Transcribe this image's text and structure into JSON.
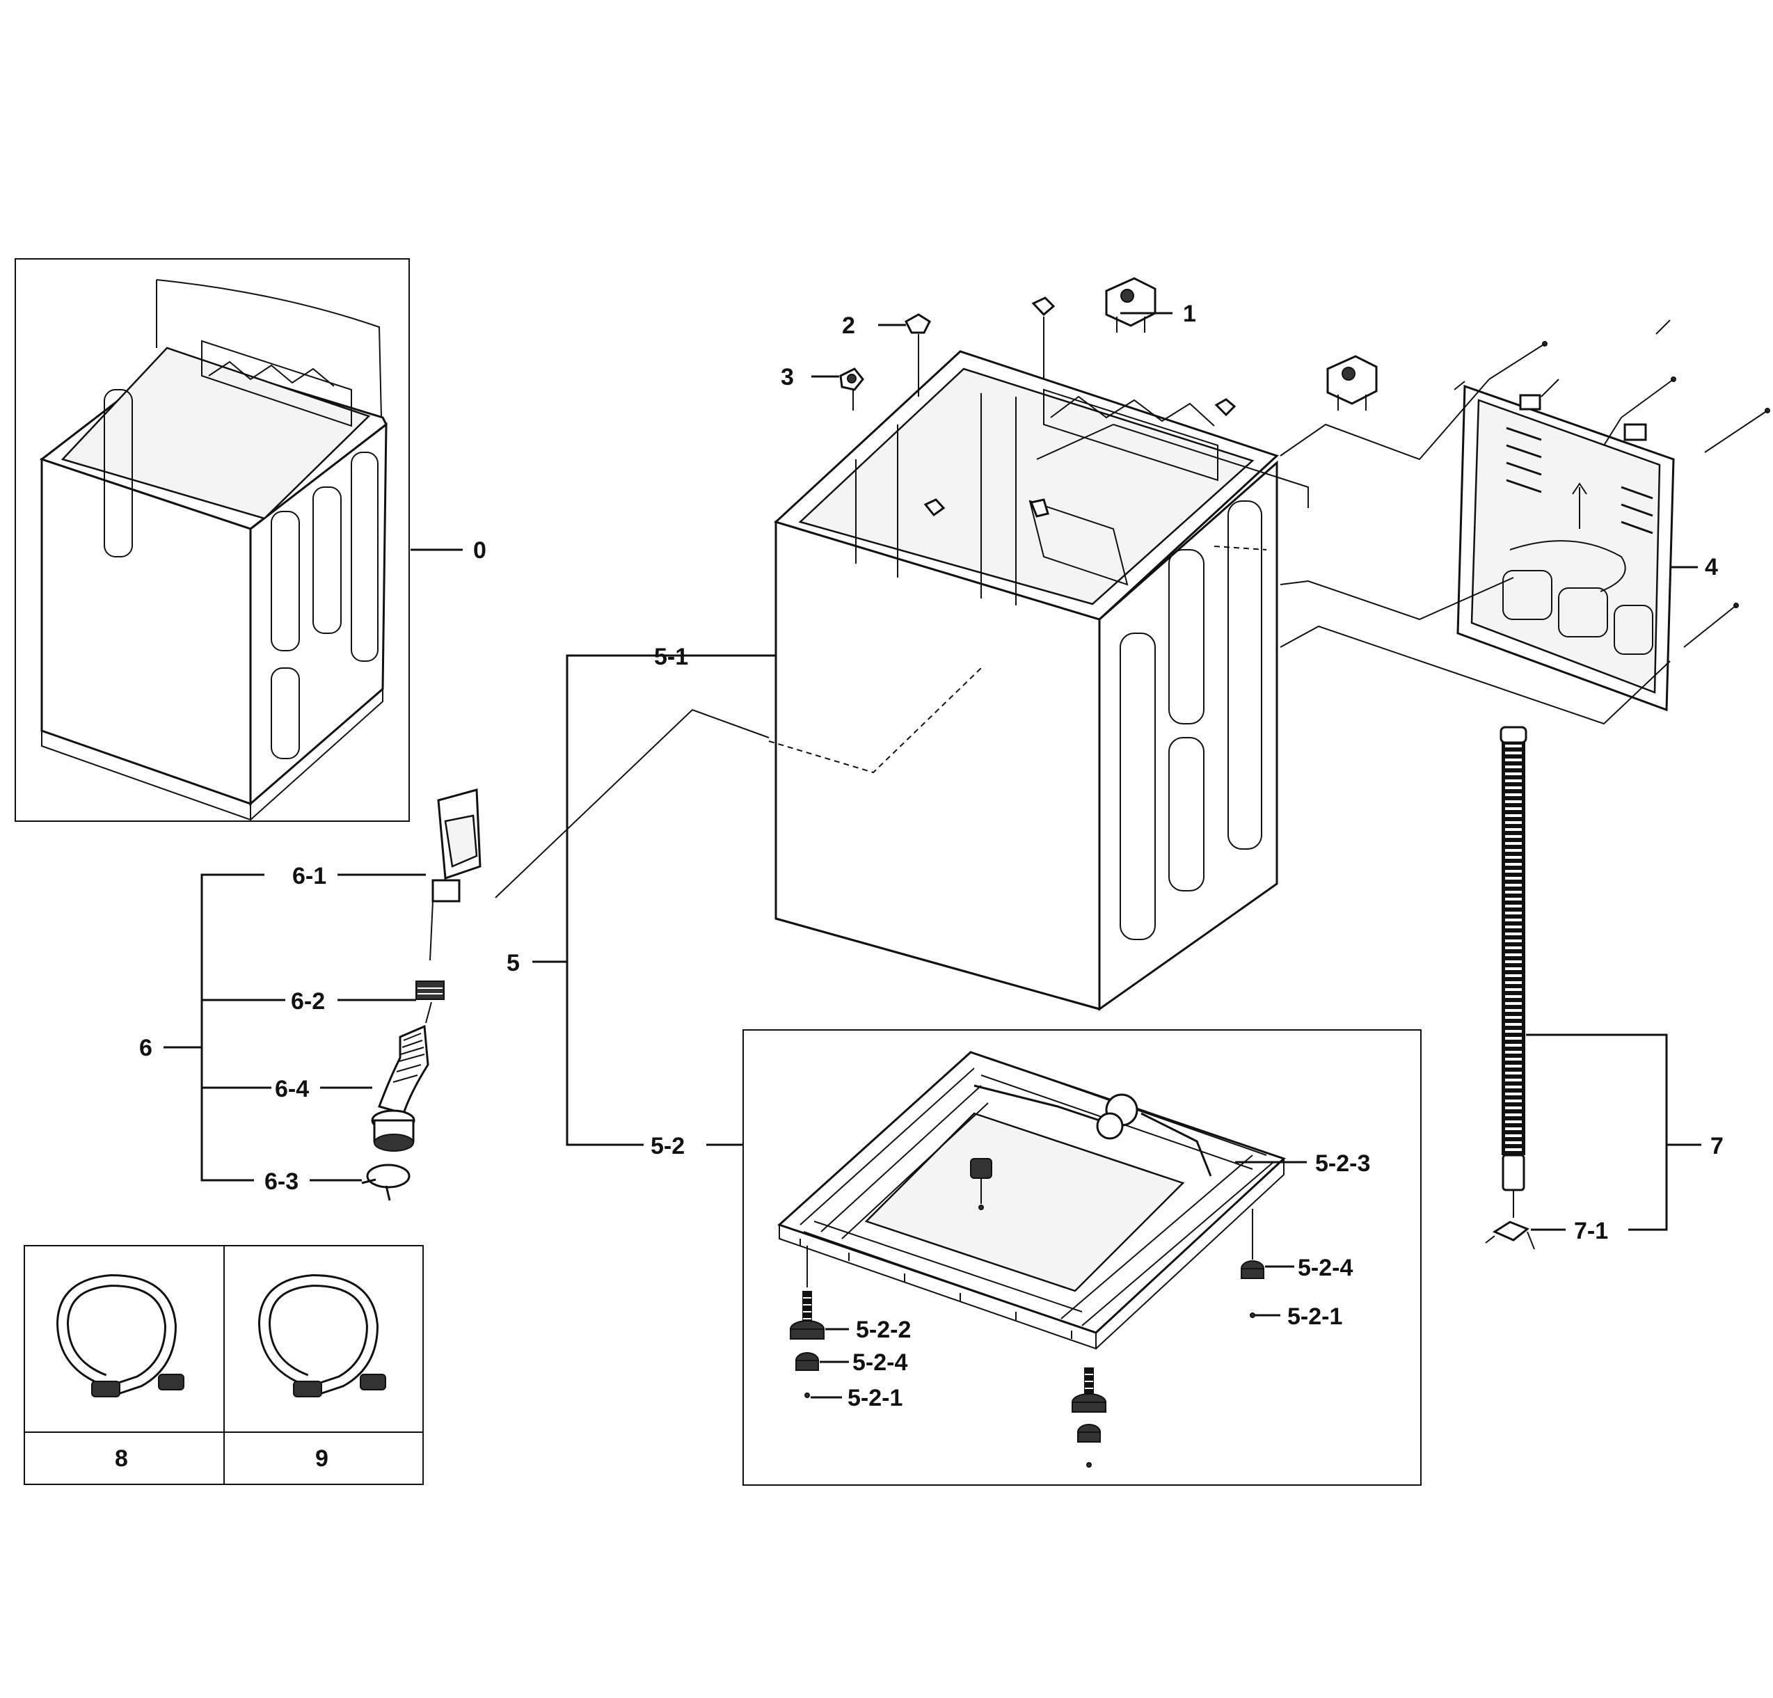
{
  "labels": {
    "l0": "0",
    "l1": "1",
    "l2": "2",
    "l3": "3",
    "l4": "4",
    "l5": "5",
    "l5_1": "5-1",
    "l5_2": "5-2",
    "l5_2_1a": "5-2-1",
    "l5_2_1b": "5-2-1",
    "l5_2_2": "5-2-2",
    "l5_2_3": "5-2-3",
    "l5_2_4a": "5-2-4",
    "l5_2_4b": "5-2-4",
    "l6": "6",
    "l6_1": "6-1",
    "l6_2": "6-2",
    "l6_3": "6-3",
    "l6_4": "6-4",
    "l7": "7",
    "l7_1": "7-1",
    "l8": "8",
    "l9": "9"
  }
}
